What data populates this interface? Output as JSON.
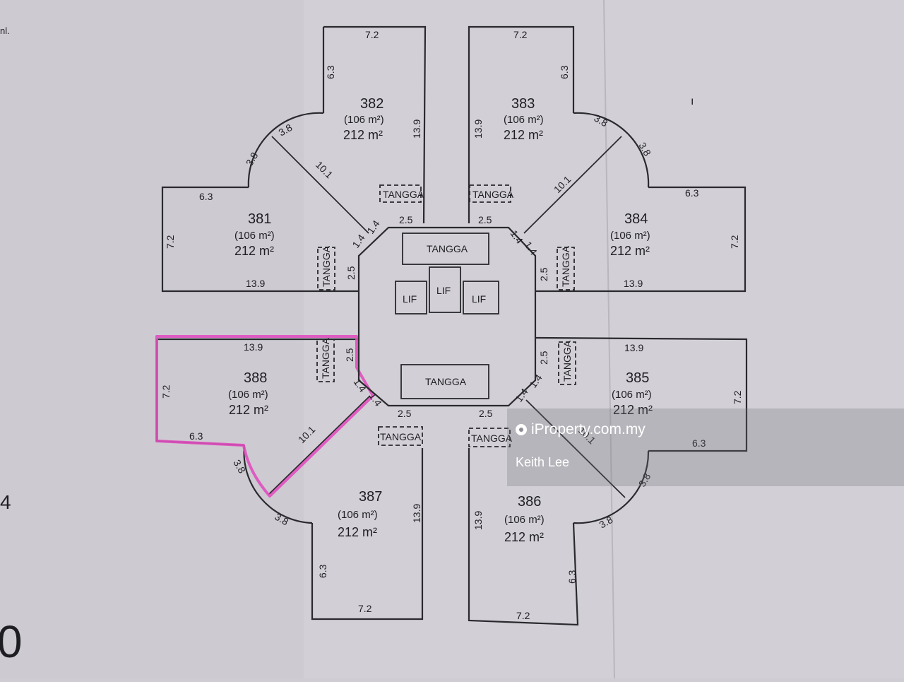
{
  "corner_note": "nl.",
  "side_marks": {
    "left_digit": "4",
    "left_big": "0",
    "right_tick": "ı"
  },
  "units": [
    {
      "id": "381",
      "small_area": "(106 m²)",
      "area": "212 m²"
    },
    {
      "id": "382",
      "small_area": "(106 m²)",
      "area": "212 m²"
    },
    {
      "id": "383",
      "small_area": "(106 m²)",
      "area": "212 m²"
    },
    {
      "id": "384",
      "small_area": "(106 m²)",
      "area": "212 m²"
    },
    {
      "id": "385",
      "small_area": "(106 m²)",
      "area": "212 m²"
    },
    {
      "id": "386",
      "small_area": "(106 m²)",
      "area": "212 m²"
    },
    {
      "id": "387",
      "small_area": "(106 m²)",
      "area": "212 m²"
    },
    {
      "id": "388",
      "small_area": "(106 m²)",
      "area": "212 m²"
    }
  ],
  "labels": {
    "stair": "TANGGA",
    "lift": "LIF"
  },
  "dims": {
    "d72": "7.2",
    "d63": "6.3",
    "d139": "13.9",
    "d38": "3.8",
    "d101": "10.1",
    "d25": "2.5",
    "d14": "1.4"
  },
  "watermark": {
    "brand": "iProperty.com.my",
    "agent": "Keith Lee"
  },
  "highlight_color": "#e04fbf"
}
